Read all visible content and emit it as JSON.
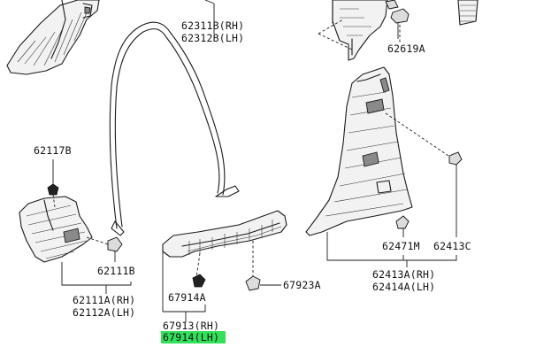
{
  "highlight_color": "#33e05a",
  "labels": {
    "l62311b": "62311B(RH)",
    "l62312b": "62312B(LH)",
    "l62619a": "62619A",
    "l62117b": "62117B",
    "l62111b": "62111B",
    "l62111a": "62111A(RH)",
    "l62112a": "62112A(LH)",
    "l67914a": "67914A",
    "l67923a": "67923A",
    "l67913": "67913(RH)",
    "l67914": "67914(LH)",
    "l62471m": "62471M",
    "l62413c": "62413C",
    "l62413a": "62413A(RH)",
    "l62414a": "62414A(LH)"
  }
}
